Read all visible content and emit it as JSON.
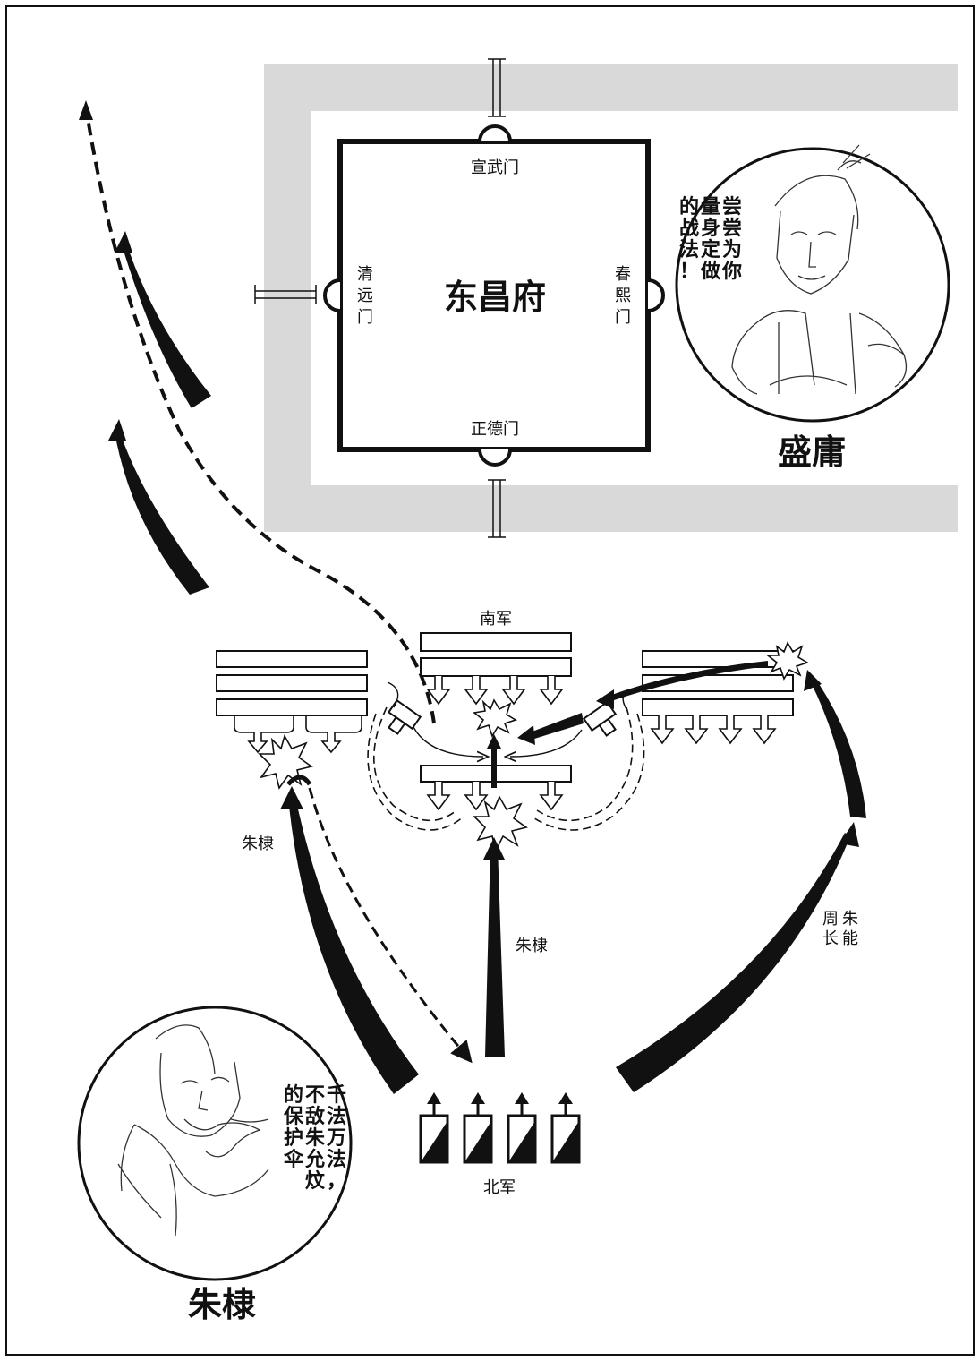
{
  "city": {
    "name": "东昌府",
    "gates": {
      "north": "宣武门",
      "south": "正德门",
      "west": "清远门",
      "east": "春熙门"
    }
  },
  "armies": {
    "south_label": "南军",
    "north_label": "北军"
  },
  "commanders": {
    "left_route": "朱棣",
    "center_route": "朱棣",
    "right_route_line1": "朱能",
    "right_route_line2": "周长"
  },
  "portraits": {
    "sheng": {
      "name": "盛庸",
      "quote_lines": [
        "尝尝为你",
        "量身定做",
        "的战法！"
      ]
    },
    "zhu": {
      "name": "朱棣",
      "quote_lines": [
        "千法万法，",
        "不敌朱允炆",
        "的保护伞"
      ]
    }
  },
  "colors": {
    "ink": "#111111",
    "wall": "#d9d9d9",
    "paper": "#ffffff"
  }
}
